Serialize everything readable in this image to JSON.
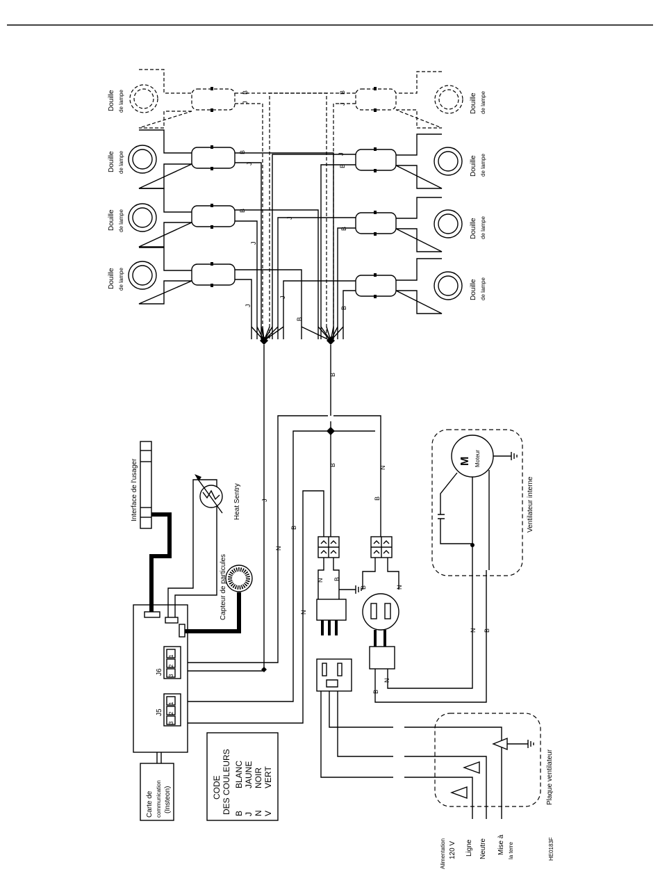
{
  "labels": {
    "lamp_socket_line1": "Douille",
    "lamp_socket_line2": "de lampe",
    "user_interface": "Interface de l'usager",
    "heat_sentry": "Heat Sentry",
    "particle_sensor": "Capteur de particules",
    "motor_m": "M",
    "motor": "Moteur",
    "internal_fan": "Ventilateur interne",
    "fan_plate": "Plaque ventilateur",
    "comm_card_l1": "Carte de",
    "comm_card_l2": "communication",
    "comm_card_l3": "(Insteon)",
    "connector_j5": "J5",
    "connector_j6": "J6",
    "power_l1": "Alimentation",
    "power_l2": "120 V",
    "line": "Ligne",
    "neutral": "Neutre",
    "ground_l1": "Mise à",
    "ground_l2": "la terre",
    "part_number": "HE0183F"
  },
  "pins": [
    "3",
    "2",
    "1"
  ],
  "color_code": {
    "title_l1": "CODE",
    "title_l2": "DES COULEURS",
    "entries": [
      {
        "letter": "B",
        "color": "BLANC"
      },
      {
        "letter": "J",
        "color": "JAUNE"
      },
      {
        "letter": "N",
        "color": "NOIR"
      },
      {
        "letter": "V",
        "color": "VERT"
      }
    ]
  },
  "wire_letters": {
    "white": "B",
    "yellow": "J",
    "black": "N"
  }
}
